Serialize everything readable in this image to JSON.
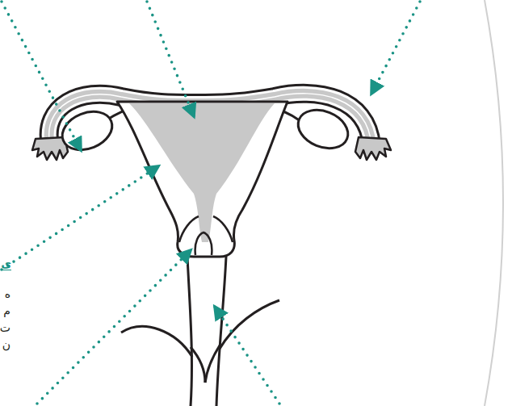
{
  "diagram": {
    "labels": [
      "ی",
      "ه",
      "م",
      "ت",
      "ن"
    ]
  }
}
